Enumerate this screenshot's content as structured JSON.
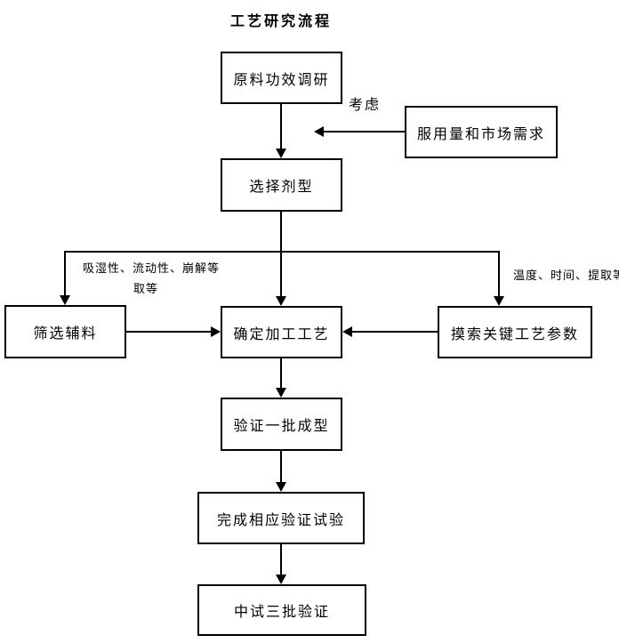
{
  "title": "工艺研究流程",
  "nodes": {
    "raw_material": "原料功效调研",
    "dosage_market": "服用量和市场需求",
    "dosage_form": "选择剂型",
    "excipients": "筛选辅料",
    "process": "确定加工工艺",
    "parameters": "摸索关键工艺参数",
    "batch_molding": "验证一批成型",
    "verification_tests": "完成相应验证试验",
    "pilot_batches": "中试三批验证"
  },
  "edge_labels": {
    "consider": "考虑",
    "left_branch_line1": "吸湿性、流动性、崩解等",
    "left_branch_line2": "取等",
    "right_branch": "温度、时间、提取等"
  },
  "colors": {
    "line": "#000000",
    "background": "#ffffff",
    "text": "#000000"
  }
}
